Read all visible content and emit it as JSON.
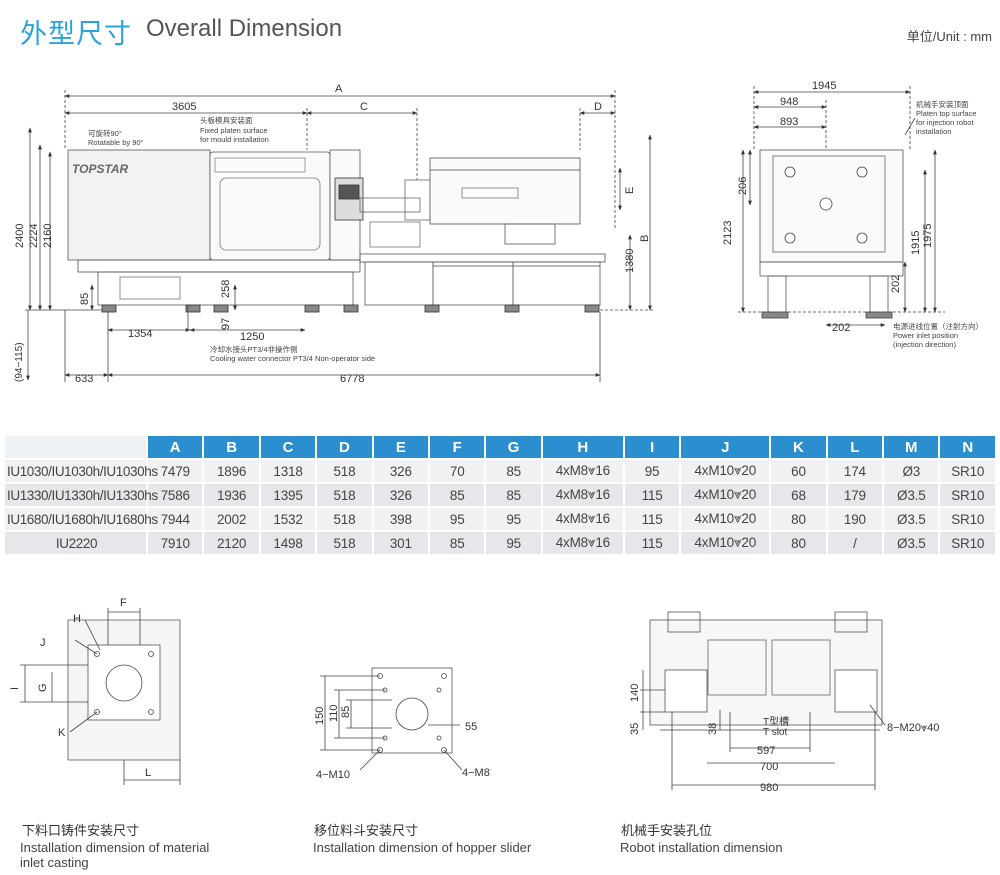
{
  "header": {
    "title_zh": "外型尺寸",
    "title_en": "Overall Dimension",
    "unit": "单位/Unit : mm",
    "accent_color": "#2aa3dc"
  },
  "main_drawing": {
    "brand": "TOPSTAR",
    "labels": {
      "A": "A",
      "C": "C",
      "D": "D",
      "E": "E",
      "B": "B",
      "d3605": "3605",
      "d1945": "1945",
      "d948": "948",
      "d893": "893",
      "d2400": "2400",
      "d2224": "2224",
      "d2160": "2160",
      "d85": "85",
      "d258": "258",
      "d97": "97",
      "d1354": "1354",
      "d1250": "1250",
      "d1380": "1380",
      "d633": "633",
      "d6778": "6778",
      "d94_115": "(94~115)",
      "d206": "206",
      "d2123": "2123",
      "d1915": "1915",
      "d1975": "1975",
      "d202a": "202",
      "d202b": "202"
    },
    "notes": {
      "rotate_zh": "可旋转90°",
      "rotate_en": "Rotatable by 90°",
      "platen_zh": "头板模具安装面",
      "platen_en1": "Fixed platen surface",
      "platen_en2": "for mould installation",
      "water_zh": "冷却水接头PT3/4非操作侧",
      "water_en": "Cooling water connector PT3/4 Non-operator side",
      "robot_zh": "机械手安装顶面",
      "robot_en1": "Platen top surface",
      "robot_en2": "for injection robot",
      "robot_en3": "installation",
      "power_zh": "电源进线位置（注射方向）",
      "power_en1": "Power inlet position",
      "power_en2": "(injection direction)"
    }
  },
  "spec_table": {
    "header_color": "#2a8ecf",
    "columns": [
      "A",
      "B",
      "C",
      "D",
      "E",
      "F",
      "G",
      "H",
      "I",
      "J",
      "K",
      "L",
      "M",
      "N"
    ],
    "rows": [
      {
        "model": "IU1030/IU1030h/IU1030hs",
        "values": [
          "7479",
          "1896",
          "1318",
          "518",
          "326",
          "70",
          "85",
          "4xM8⩔16",
          "95",
          "4xM10⩔20",
          "60",
          "174",
          "Ø3",
          "SR10"
        ]
      },
      {
        "model": "IU1330/IU1330h/IU1330hs",
        "values": [
          "7586",
          "1936",
          "1395",
          "518",
          "326",
          "85",
          "85",
          "4xM8⩔16",
          "115",
          "4xM10⩔20",
          "68",
          "179",
          "Ø3.5",
          "SR10"
        ]
      },
      {
        "model": "IU1680/IU1680h/IU1680hs",
        "values": [
          "7944",
          "2002",
          "1532",
          "518",
          "398",
          "95",
          "95",
          "4xM8⩔16",
          "115",
          "4xM10⩔20",
          "80",
          "190",
          "Ø3.5",
          "SR10"
        ]
      },
      {
        "model": "IU2220",
        "values": [
          "7910",
          "2120",
          "1498",
          "518",
          "301",
          "85",
          "95",
          "4xM8⩔16",
          "115",
          "4xM10⩔20",
          "80",
          "/",
          "Ø3.5",
          "SR10"
        ]
      }
    ]
  },
  "detail_1": {
    "labels": {
      "F": "F",
      "H": "H",
      "J": "J",
      "I": "I",
      "G": "G",
      "K": "K",
      "L": "L"
    },
    "caption_zh": "下料口铸件安装尺寸",
    "caption_en1": "Installation dimension of material",
    "caption_en2": "inlet casting"
  },
  "detail_2": {
    "labels": {
      "d150": "150",
      "d110": "110",
      "d85": "85",
      "d55": "55",
      "m10": "4−M10",
      "m8": "4−M8"
    },
    "caption_zh": "移位料斗安装尺寸",
    "caption_en": "Installation dimension of hopper slider"
  },
  "detail_3": {
    "labels": {
      "d140": "140",
      "d35": "35",
      "d38": "38",
      "tslot_zh": "T型槽",
      "tslot_en": "T slot",
      "d597": "597",
      "d700": "700",
      "d980": "980",
      "m20": "8−M20⩔40"
    },
    "caption_zh": "机械手安装孔位",
    "caption_en": "Robot installation dimension"
  }
}
